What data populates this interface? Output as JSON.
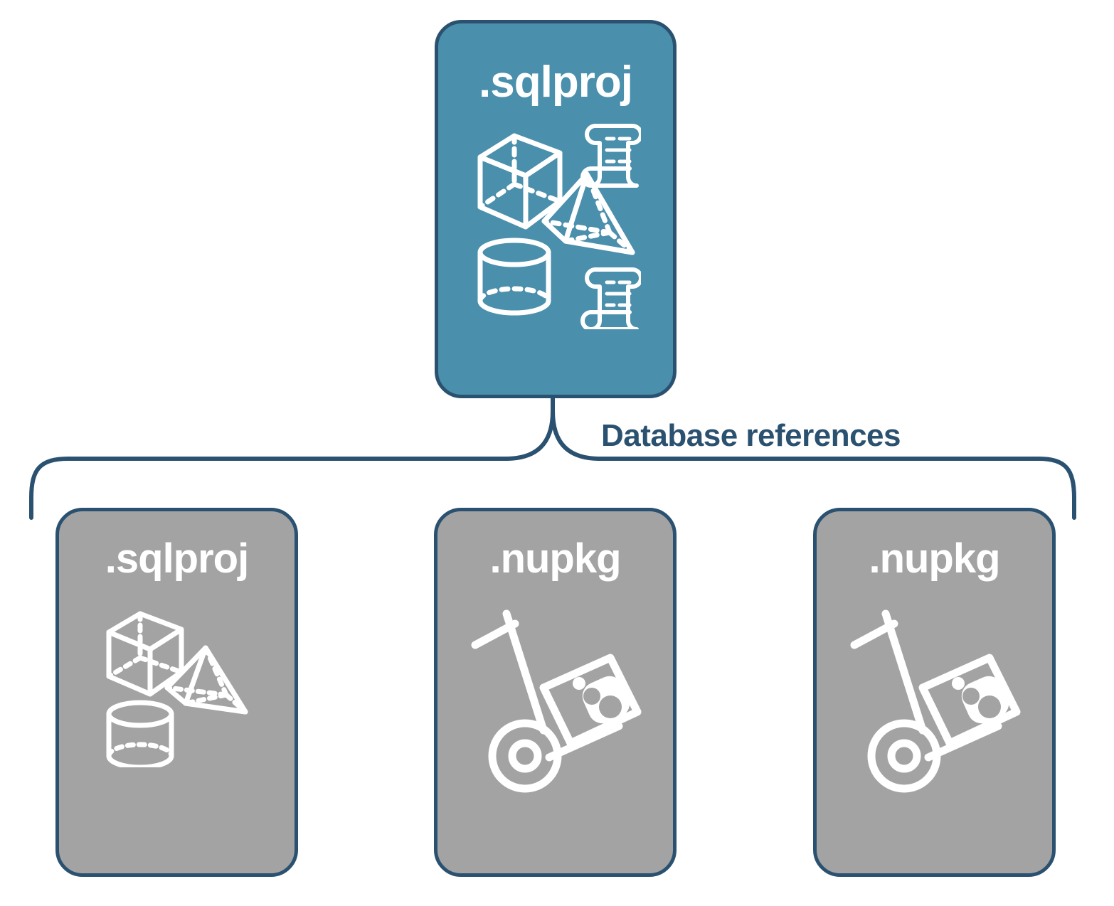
{
  "diagram": {
    "title": "SQL project database references",
    "colors": {
      "primary_fill": "#4A8FAC",
      "secondary_fill": "#A3A3A3",
      "stroke": "#2B5170",
      "label_text": "#2B5170",
      "node_text": "#FFFFFF",
      "background": "#FFFFFF"
    },
    "connector": {
      "type": "curly-brace",
      "label": "Database references",
      "orientation": "top-peak-down"
    },
    "root": {
      "label": ".sqlproj",
      "fill": "primary",
      "icons": [
        "cube-wireframe-icon",
        "pyramid-wireframe-icon",
        "cylinder-wireframe-icon",
        "scroll-script-icon",
        "scroll-script-icon"
      ]
    },
    "children": [
      {
        "label": ".sqlproj",
        "fill": "secondary",
        "icons": [
          "cube-wireframe-icon",
          "pyramid-wireframe-icon",
          "cylinder-wireframe-icon"
        ]
      },
      {
        "label": ".nupkg",
        "fill": "secondary",
        "icons": [
          "hand-truck-package-icon"
        ]
      },
      {
        "label": ".nupkg",
        "fill": "secondary",
        "icons": [
          "hand-truck-package-icon"
        ]
      }
    ]
  }
}
